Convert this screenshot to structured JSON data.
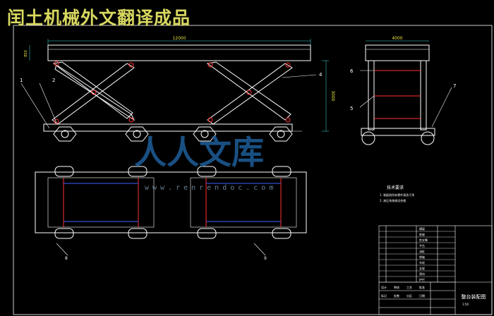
{
  "banner": {
    "text": "闰土机械外文翻译成品"
  },
  "watermark": {
    "text": "人人文库",
    "url": "www.renrendoc.com"
  },
  "dimensions": {
    "length": "12000",
    "width": "4000",
    "height": "3000",
    "small_left": "850"
  },
  "balloons": {
    "b1": "1",
    "b2": "2",
    "b4": "4",
    "b5": "5",
    "b6": "6",
    "b7": "7",
    "b8": "8",
    "b9": "9"
  },
  "tech_notes": {
    "heading": "技术要求",
    "line1": "1. 装配前所有零件清洗干净",
    "line2": "2. 液压系统调试合格"
  },
  "parts_list": [
    "横梁",
    "底座",
    "剪叉臂",
    "平台",
    "油缸",
    "销轴",
    "车轮",
    "支架",
    "滑块",
    "护栏"
  ],
  "title_block": {
    "drawing_title": "整台装配图",
    "scale": "1:50",
    "labels": [
      "设计",
      "审核",
      "工艺",
      "批准",
      "标记",
      "处数",
      "分区",
      "日期"
    ]
  },
  "colors": {
    "line_white": "#ffffff",
    "line_red": "#ff3030",
    "line_yellow": "#e0e040",
    "line_blue": "#4060ff",
    "line_cyan": "#40e0e0"
  }
}
